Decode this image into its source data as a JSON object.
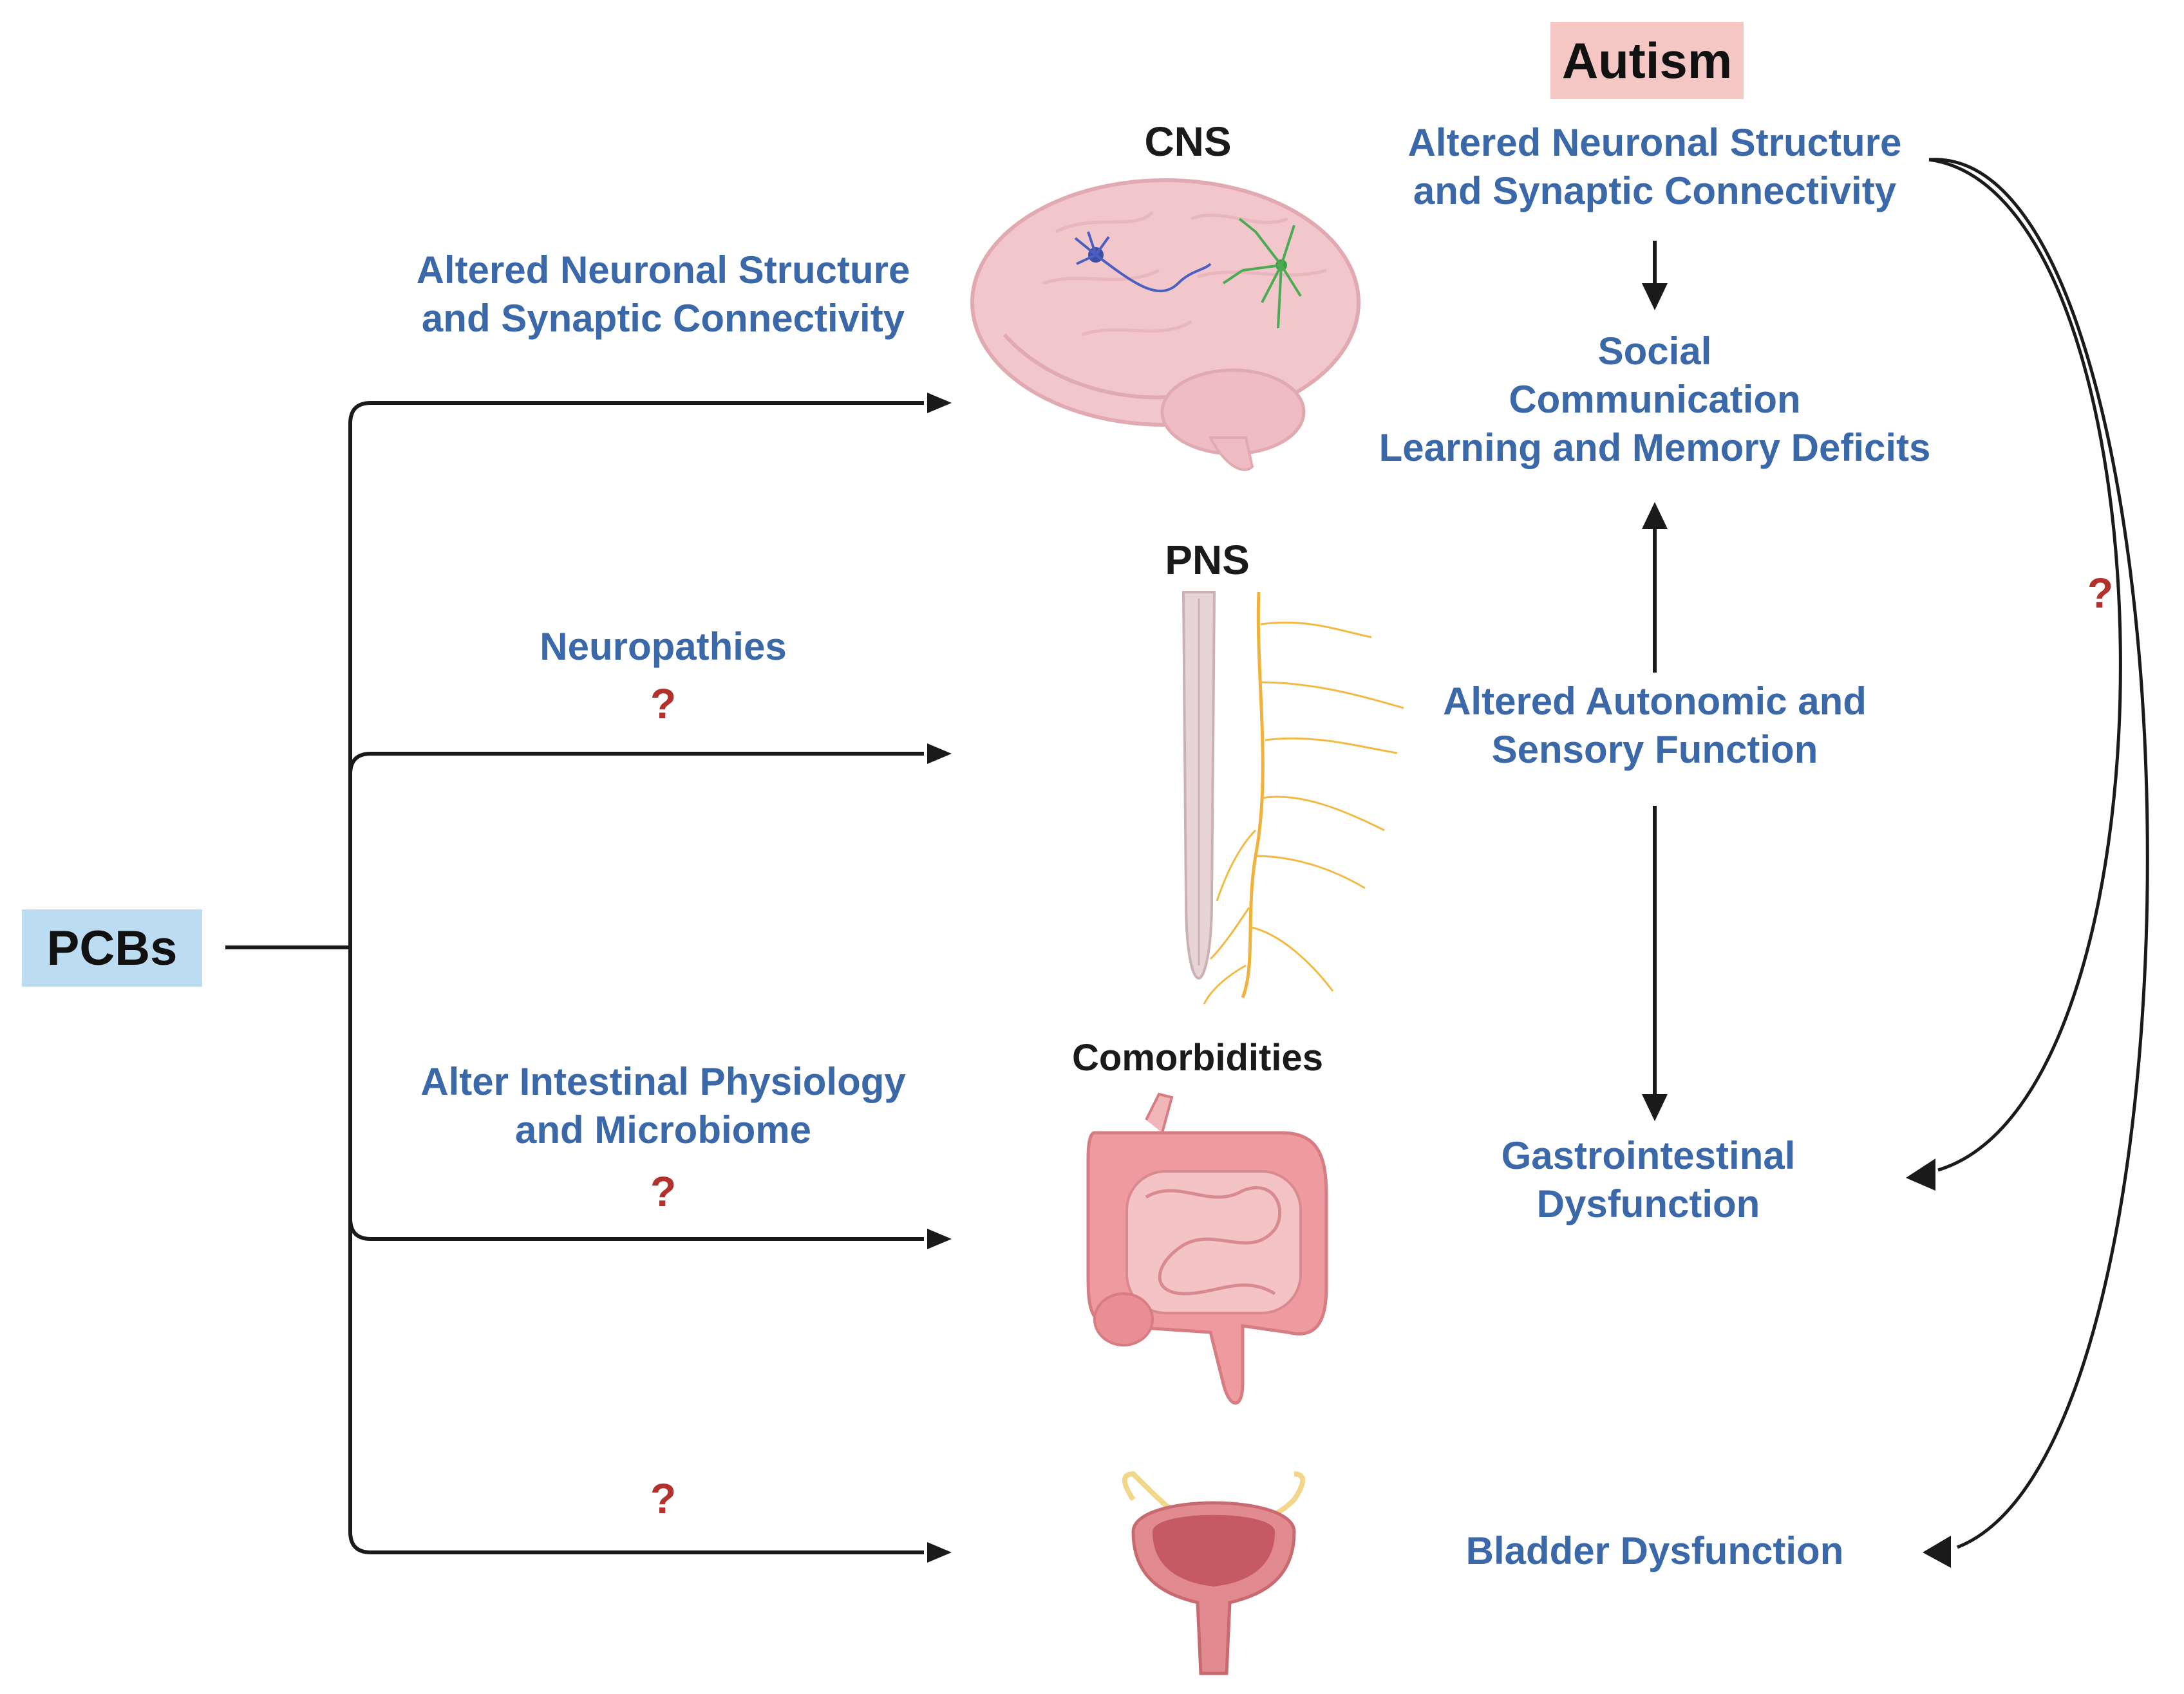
{
  "colors": {
    "label_blue": "#3b68a8",
    "question_red": "#b3312d",
    "pcbs_box": "#bcdcf2",
    "autism_box": "#f4c6c4",
    "arrow": "#1a1a1a"
  },
  "source": {
    "label": "PCBs"
  },
  "branches": [
    {
      "label_line1": "Altered Neuronal Structure",
      "label_line2": "and Synaptic Connectivity",
      "question": ""
    },
    {
      "label_line1": "Neuropathies",
      "question": "?"
    },
    {
      "label_line1": "Alter Intestinal Physiology",
      "label_line2": "and Microbiome",
      "question": "?"
    },
    {
      "question": "?"
    }
  ],
  "organs": {
    "cns_label": "CNS",
    "pns_label": "PNS",
    "comorbidities_label": "Comorbidities",
    "icons": [
      "brain-icon",
      "spinal-nerves-icon",
      "intestine-icon",
      "bladder-icon"
    ]
  },
  "autism": {
    "title": "Autism",
    "structure_line1": "Altered Neuronal Structure",
    "structure_line2": "and Synaptic Connectivity",
    "deficits_line1": "Social",
    "deficits_line2": "Communication",
    "deficits_line3": "Learning and Memory Deficits",
    "autonomic_line1": "Altered Autonomic and",
    "autonomic_line2": "Sensory Function",
    "gi_line1": "Gastrointestinal",
    "gi_line2": "Dysfunction",
    "bladder": "Bladder Dysfunction",
    "question": "?"
  }
}
